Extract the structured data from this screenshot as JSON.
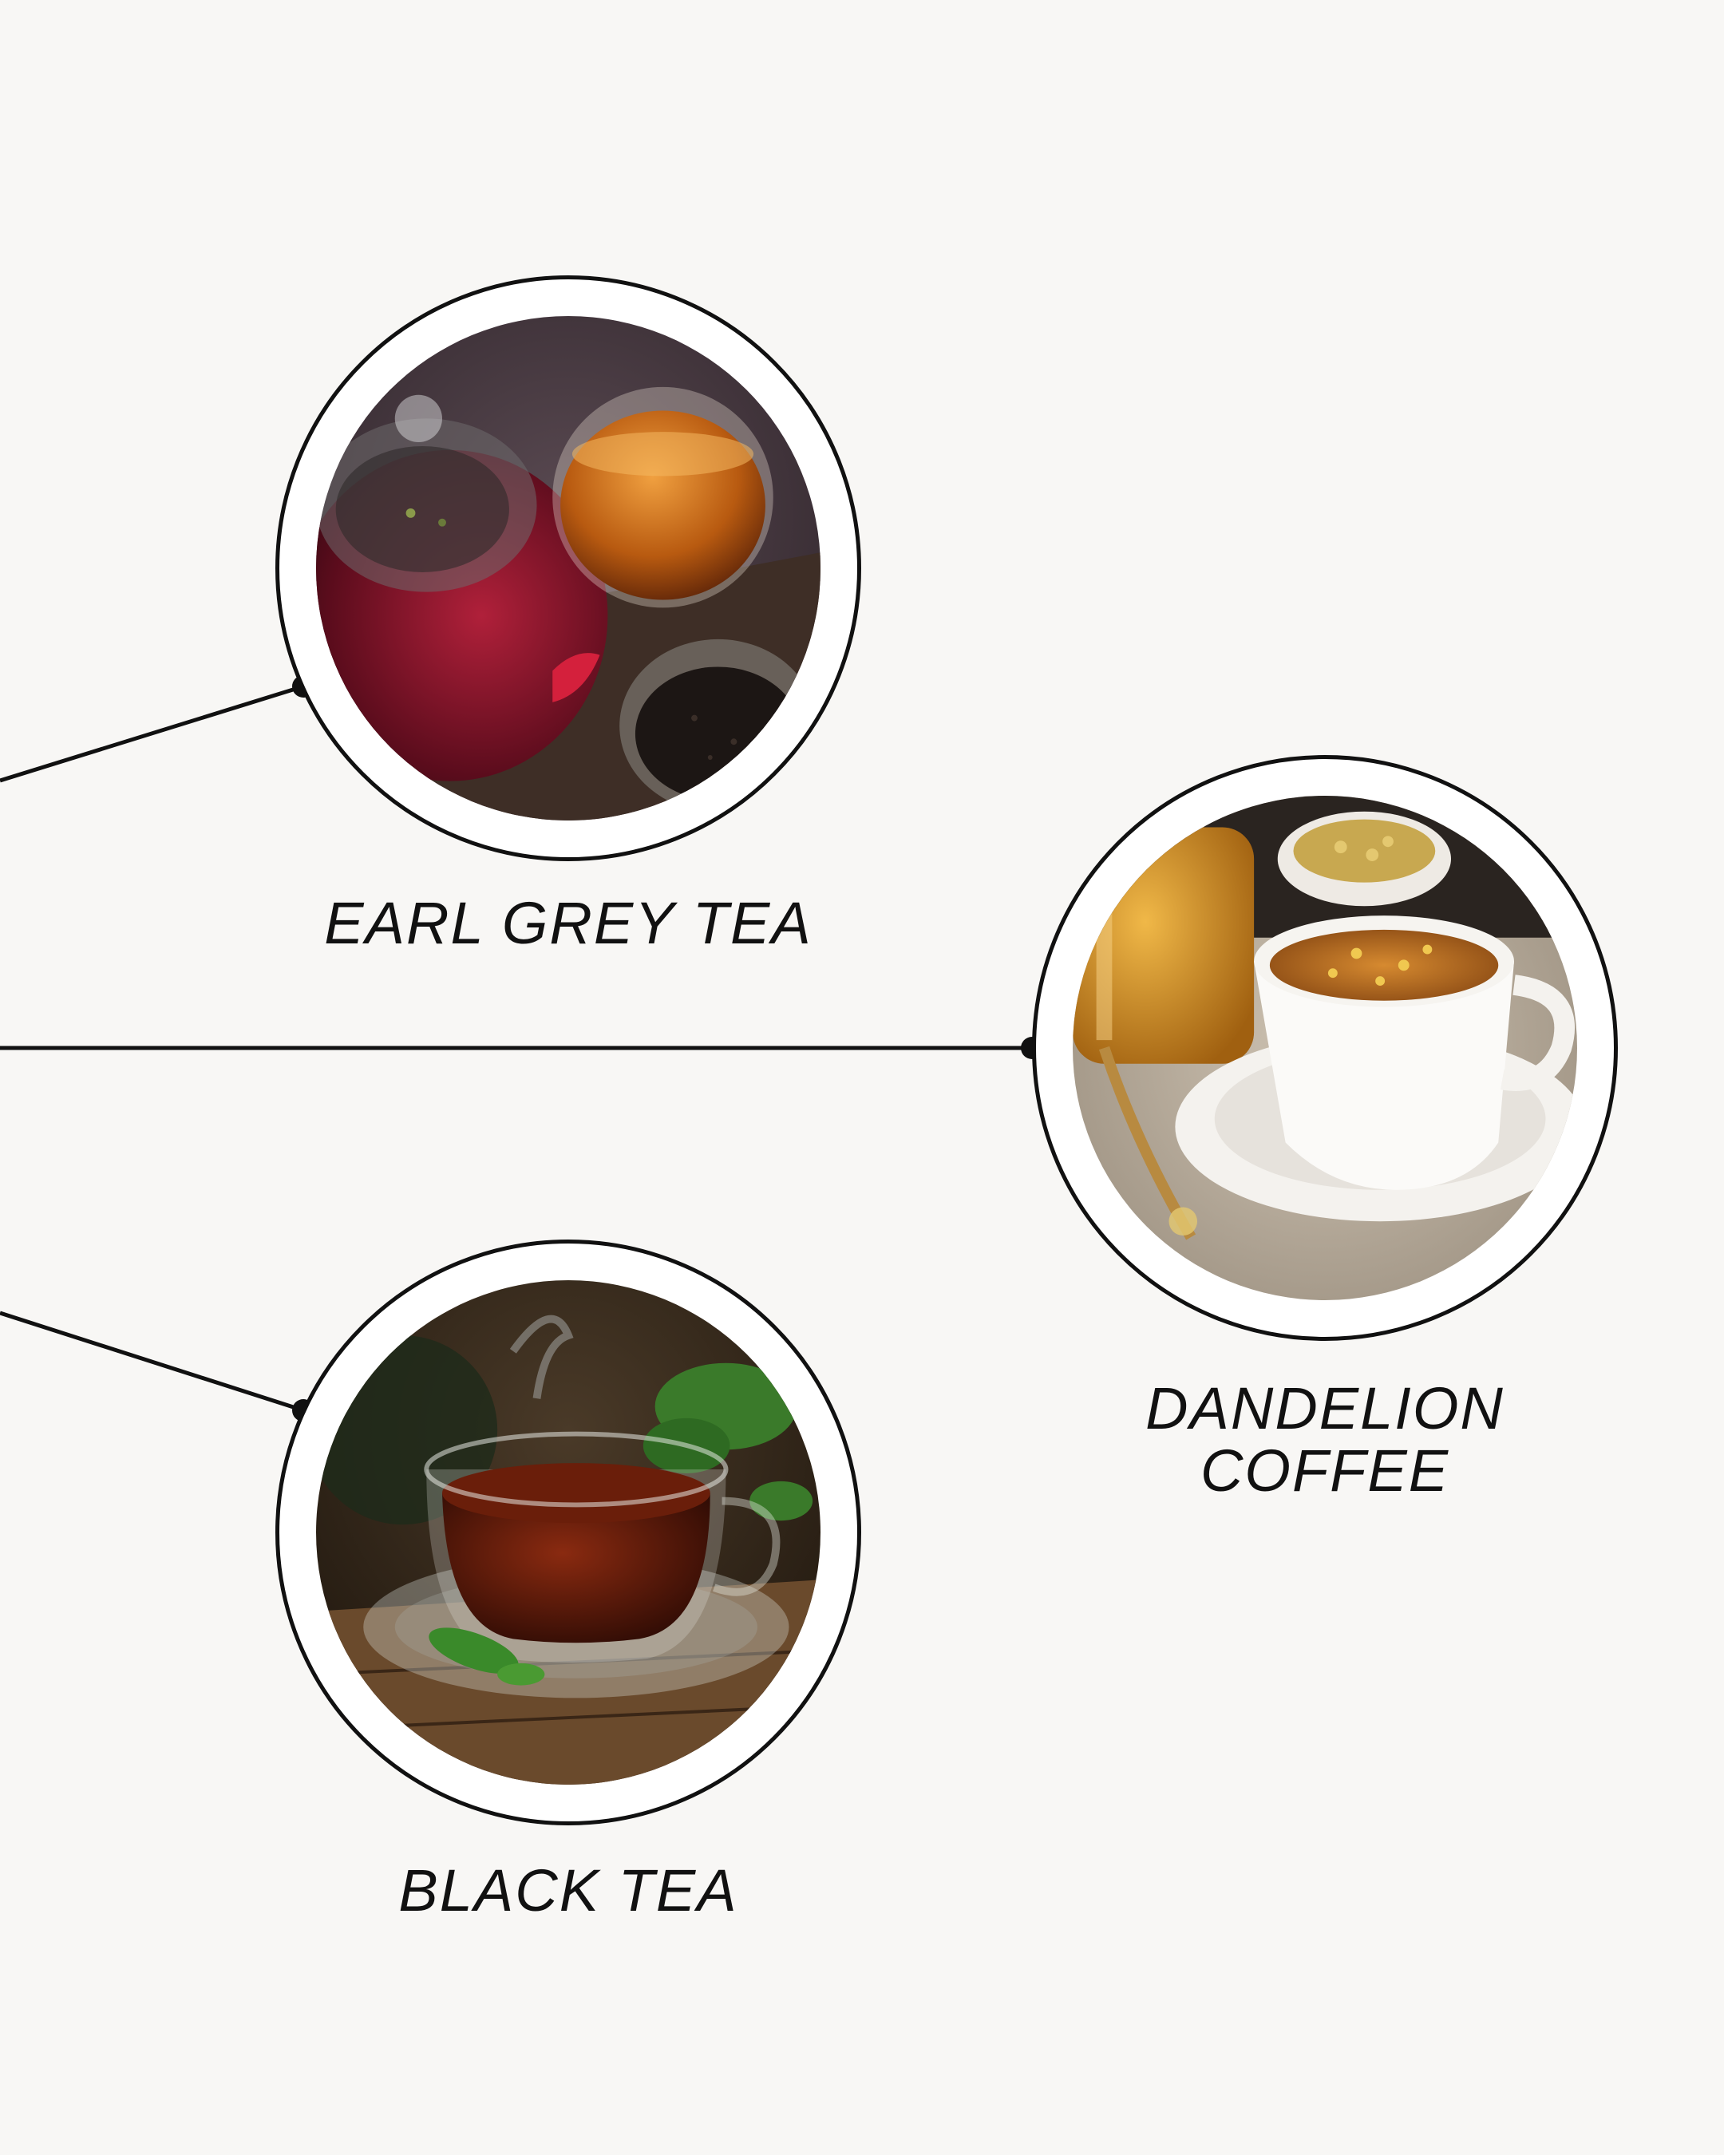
{
  "colors": {
    "background": "#f8f7f5",
    "line": "#111111",
    "ring": "#111111"
  },
  "items": [
    {
      "label_lines": [
        "EARL GREY TEA"
      ],
      "photo_icon": "earl-grey-tea-photo"
    },
    {
      "label_lines": [
        "DANDELION",
        "COFFEE"
      ],
      "photo_icon": "dandelion-coffee-photo"
    },
    {
      "label_lines": [
        "BLACK TEA"
      ],
      "photo_icon": "black-tea-photo"
    }
  ]
}
